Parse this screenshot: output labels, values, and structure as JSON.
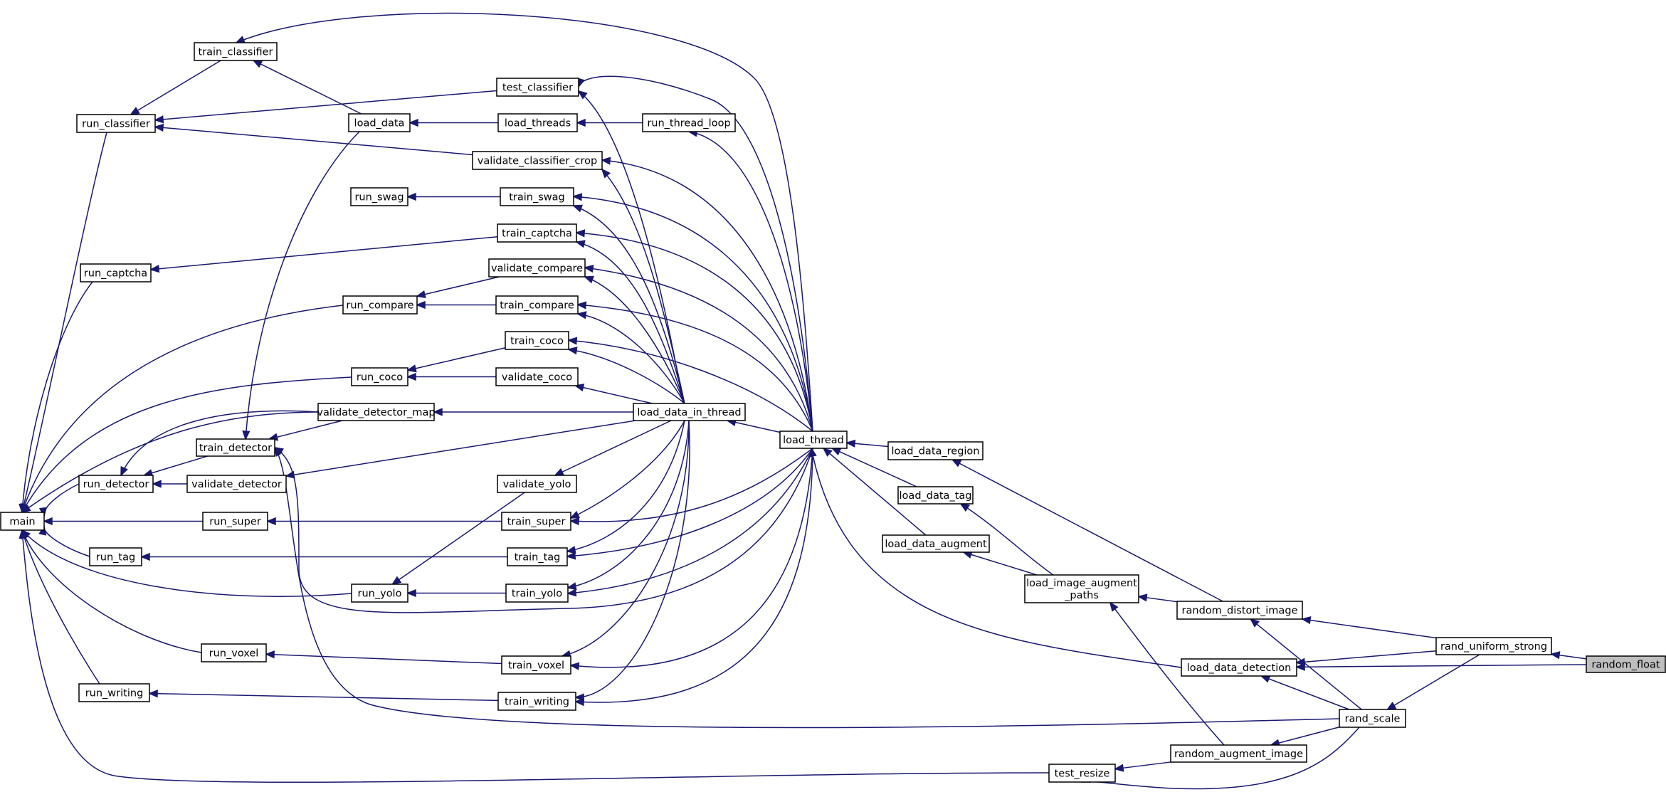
{
  "colors": {
    "edge": "#191970",
    "node_border": "#000000",
    "node_fill": "#ffffff",
    "root_fill": "#bfbfbf",
    "background": "#ffffff"
  },
  "nodes": [
    {
      "id": "random_float",
      "label": "random_float",
      "root": true
    },
    {
      "id": "rand_uniform_strong",
      "label": "rand_uniform_strong"
    },
    {
      "id": "random_distort_image",
      "label": "random_distort_image"
    },
    {
      "id": "load_data_detection",
      "label": "load_data_detection"
    },
    {
      "id": "rand_scale",
      "label": "rand_scale"
    },
    {
      "id": "random_augment_image",
      "label": "random_augment_image"
    },
    {
      "id": "test_resize",
      "label": "test_resize"
    },
    {
      "id": "load_image_augment_paths",
      "label": "load_image_augment\n_paths"
    },
    {
      "id": "load_data_region",
      "label": "load_data_region"
    },
    {
      "id": "load_data_tag",
      "label": "load_data_tag"
    },
    {
      "id": "load_data_augment",
      "label": "load_data_augment"
    },
    {
      "id": "load_thread",
      "label": "load_thread"
    },
    {
      "id": "load_data_in_thread",
      "label": "load_data_in_thread"
    },
    {
      "id": "test_classifier",
      "label": "test_classifier"
    },
    {
      "id": "load_threads",
      "label": "load_threads"
    },
    {
      "id": "run_thread_loop",
      "label": "run_thread_loop"
    },
    {
      "id": "load_data",
      "label": "load_data"
    },
    {
      "id": "validate_classifier_crop",
      "label": "validate_classifier_crop"
    },
    {
      "id": "train_swag",
      "label": "train_swag"
    },
    {
      "id": "train_captcha",
      "label": "train_captcha"
    },
    {
      "id": "validate_compare",
      "label": "validate_compare"
    },
    {
      "id": "train_compare",
      "label": "train_compare"
    },
    {
      "id": "train_coco",
      "label": "train_coco"
    },
    {
      "id": "validate_coco",
      "label": "validate_coco"
    },
    {
      "id": "validate_detector_map",
      "label": "validate_detector_map"
    },
    {
      "id": "validate_detector",
      "label": "validate_detector"
    },
    {
      "id": "validate_yolo",
      "label": "validate_yolo"
    },
    {
      "id": "train_super",
      "label": "train_super"
    },
    {
      "id": "train_tag",
      "label": "train_tag"
    },
    {
      "id": "train_yolo",
      "label": "train_yolo"
    },
    {
      "id": "train_voxel",
      "label": "train_voxel"
    },
    {
      "id": "train_writing",
      "label": "train_writing"
    },
    {
      "id": "train_classifier",
      "label": "train_classifier"
    },
    {
      "id": "run_classifier",
      "label": "run_classifier"
    },
    {
      "id": "run_swag",
      "label": "run_swag"
    },
    {
      "id": "run_captcha",
      "label": "run_captcha"
    },
    {
      "id": "run_compare",
      "label": "run_compare"
    },
    {
      "id": "run_coco",
      "label": "run_coco"
    },
    {
      "id": "train_detector",
      "label": "train_detector"
    },
    {
      "id": "run_detector",
      "label": "run_detector"
    },
    {
      "id": "run_super",
      "label": "run_super"
    },
    {
      "id": "run_tag",
      "label": "run_tag"
    },
    {
      "id": "run_yolo",
      "label": "run_yolo"
    },
    {
      "id": "run_voxel",
      "label": "run_voxel"
    },
    {
      "id": "run_writing",
      "label": "run_writing"
    },
    {
      "id": "main",
      "label": "main"
    }
  ],
  "edges": [
    {
      "from": "random_float",
      "to": "rand_uniform_strong"
    },
    {
      "from": "random_float",
      "to": "load_data_detection"
    },
    {
      "from": "rand_uniform_strong",
      "to": "random_distort_image"
    },
    {
      "from": "rand_uniform_strong",
      "to": "load_data_detection"
    },
    {
      "from": "rand_uniform_strong",
      "to": "rand_scale"
    },
    {
      "from": "random_distort_image",
      "to": "load_image_augment_paths"
    },
    {
      "from": "random_distort_image",
      "to": "load_data_region"
    },
    {
      "from": "load_data_detection",
      "to": "load_thread"
    },
    {
      "from": "rand_scale",
      "to": "random_distort_image"
    },
    {
      "from": "rand_scale",
      "to": "load_data_detection"
    },
    {
      "from": "rand_scale",
      "to": "random_augment_image"
    },
    {
      "from": "rand_scale",
      "to": "test_resize"
    },
    {
      "from": "rand_scale",
      "to": "train_detector"
    },
    {
      "from": "random_augment_image",
      "to": "load_image_augment_paths"
    },
    {
      "from": "random_augment_image",
      "to": "test_resize"
    },
    {
      "from": "test_resize",
      "to": "main"
    },
    {
      "from": "load_image_augment_paths",
      "to": "load_data_augment"
    },
    {
      "from": "load_image_augment_paths",
      "to": "load_data_tag"
    },
    {
      "from": "load_data_region",
      "to": "load_thread"
    },
    {
      "from": "load_data_tag",
      "to": "load_thread"
    },
    {
      "from": "load_data_augment",
      "to": "load_thread"
    },
    {
      "from": "load_thread",
      "to": "load_data_in_thread"
    },
    {
      "from": "load_thread",
      "to": "train_classifier"
    },
    {
      "from": "load_thread",
      "to": "test_classifier"
    },
    {
      "from": "load_thread",
      "to": "run_thread_loop"
    },
    {
      "from": "load_thread",
      "to": "validate_classifier_crop"
    },
    {
      "from": "load_thread",
      "to": "train_swag"
    },
    {
      "from": "load_thread",
      "to": "train_captcha"
    },
    {
      "from": "load_thread",
      "to": "validate_compare"
    },
    {
      "from": "load_thread",
      "to": "train_compare"
    },
    {
      "from": "load_thread",
      "to": "train_coco"
    },
    {
      "from": "load_thread",
      "to": "train_detector"
    },
    {
      "from": "load_thread",
      "to": "train_super"
    },
    {
      "from": "load_thread",
      "to": "train_tag"
    },
    {
      "from": "load_thread",
      "to": "train_yolo"
    },
    {
      "from": "load_thread",
      "to": "train_voxel"
    },
    {
      "from": "load_thread",
      "to": "train_writing"
    },
    {
      "from": "load_data_in_thread",
      "to": "test_classifier"
    },
    {
      "from": "load_data_in_thread",
      "to": "validate_classifier_crop"
    },
    {
      "from": "load_data_in_thread",
      "to": "train_swag"
    },
    {
      "from": "load_data_in_thread",
      "to": "train_captcha"
    },
    {
      "from": "load_data_in_thread",
      "to": "validate_compare"
    },
    {
      "from": "load_data_in_thread",
      "to": "train_compare"
    },
    {
      "from": "load_data_in_thread",
      "to": "train_coco"
    },
    {
      "from": "load_data_in_thread",
      "to": "validate_coco"
    },
    {
      "from": "load_data_in_thread",
      "to": "validate_detector_map"
    },
    {
      "from": "load_data_in_thread",
      "to": "validate_detector"
    },
    {
      "from": "load_data_in_thread",
      "to": "validate_yolo"
    },
    {
      "from": "load_data_in_thread",
      "to": "train_super"
    },
    {
      "from": "load_data_in_thread",
      "to": "train_tag"
    },
    {
      "from": "load_data_in_thread",
      "to": "train_yolo"
    },
    {
      "from": "load_data_in_thread",
      "to": "train_voxel"
    },
    {
      "from": "load_data_in_thread",
      "to": "train_writing"
    },
    {
      "from": "run_thread_loop",
      "to": "load_threads"
    },
    {
      "from": "load_threads",
      "to": "load_data"
    },
    {
      "from": "load_data",
      "to": "train_classifier"
    },
    {
      "from": "load_data",
      "to": "train_detector"
    },
    {
      "from": "test_classifier",
      "to": "run_classifier"
    },
    {
      "from": "validate_classifier_crop",
      "to": "run_classifier"
    },
    {
      "from": "train_classifier",
      "to": "run_classifier"
    },
    {
      "from": "train_swag",
      "to": "run_swag"
    },
    {
      "from": "train_captcha",
      "to": "run_captcha"
    },
    {
      "from": "validate_compare",
      "to": "run_compare"
    },
    {
      "from": "train_compare",
      "to": "run_compare"
    },
    {
      "from": "train_coco",
      "to": "run_coco"
    },
    {
      "from": "validate_coco",
      "to": "run_coco"
    },
    {
      "from": "validate_detector_map",
      "to": "train_detector"
    },
    {
      "from": "validate_detector_map",
      "to": "run_detector"
    },
    {
      "from": "validate_detector",
      "to": "run_detector"
    },
    {
      "from": "validate_yolo",
      "to": "run_yolo"
    },
    {
      "from": "train_super",
      "to": "run_super"
    },
    {
      "from": "train_tag",
      "to": "run_tag"
    },
    {
      "from": "train_yolo",
      "to": "run_yolo"
    },
    {
      "from": "train_voxel",
      "to": "run_voxel"
    },
    {
      "from": "train_writing",
      "to": "run_writing"
    },
    {
      "from": "train_detector",
      "to": "run_detector"
    },
    {
      "from": "run_classifier",
      "to": "main"
    },
    {
      "from": "run_captcha",
      "to": "main"
    },
    {
      "from": "run_compare",
      "to": "main"
    },
    {
      "from": "run_coco",
      "to": "main"
    },
    {
      "from": "validate_detector_map",
      "to": "main"
    },
    {
      "from": "run_detector",
      "to": "main"
    },
    {
      "from": "run_super",
      "to": "main"
    },
    {
      "from": "run_tag",
      "to": "main"
    },
    {
      "from": "run_yolo",
      "to": "main"
    },
    {
      "from": "run_voxel",
      "to": "main"
    },
    {
      "from": "run_writing",
      "to": "main"
    }
  ]
}
